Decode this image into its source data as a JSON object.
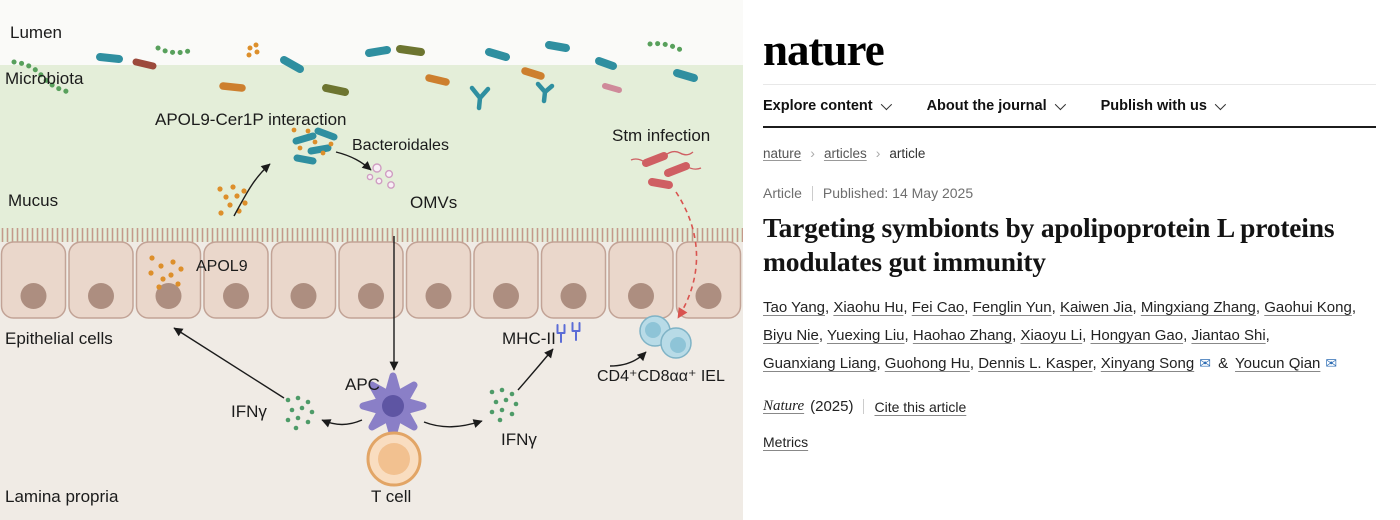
{
  "figure": {
    "labels": {
      "lumen": "Lumen",
      "microbiota": "Microbiota",
      "apol9_cer1p": "APOL9-Cer1P interaction",
      "bacteroidales": "Bacteroidales",
      "omvs": "OMVs",
      "stm_infection": "Stm infection",
      "mucus": "Mucus",
      "apol9": "APOL9",
      "epithelial_cells": "Epithelial cells",
      "mhc2": "MHC-II",
      "iel": "CD4⁺CD8αα⁺ IEL",
      "ifng_left": "IFNγ",
      "apc": "APC",
      "ifng_right": "IFNγ",
      "t_cell": "T cell",
      "lamina_propria": "Lamina propria"
    },
    "colors": {
      "mucus_green": "#e4eed9",
      "epithelium_pink": "#ead7cb",
      "stm_arrow_red": "#d9534f",
      "apc_purple": "#8a7fc7",
      "ifng_green": "#4e9b68"
    }
  },
  "icons": {
    "envelope": "✉"
  },
  "site": {
    "logo": "nature",
    "nav": [
      {
        "label": "Explore content"
      },
      {
        "label": "About the journal"
      },
      {
        "label": "Publish with us"
      }
    ],
    "breadcrumb": {
      "items": [
        "nature",
        "articles",
        "article"
      ],
      "separator": "›"
    },
    "article": {
      "type_label": "Article",
      "published": "Published: 14 May 2025",
      "title": "Targeting symbionts by apolipoprotein L proteins modulates gut immunity",
      "authors": [
        "Tao Yang",
        "Xiaohu Hu",
        "Fei Cao",
        "Fenglin Yun",
        "Kaiwen Jia",
        "Mingxiang Zhang",
        "Gaohui Kong",
        "Biyu Nie",
        "Yuexing Liu",
        "Haohao Zhang",
        "Xiaoyu Li",
        "Hongyan Gao",
        "Jiantao Shi",
        "Guanxiang Liang",
        "Guohong Hu",
        "Dennis L. Kasper",
        "Xinyang Song",
        "Youcun Qian"
      ],
      "author_separator": ", ",
      "author_conjunction": "&",
      "journal": "Nature",
      "year": "(2025)",
      "cite_link": "Cite this article",
      "metrics_link": "Metrics"
    },
    "colors": {
      "nav_rule": "#1c1c1c",
      "envelope_blue": "#2e6db4",
      "link_underline": "#888888"
    }
  }
}
